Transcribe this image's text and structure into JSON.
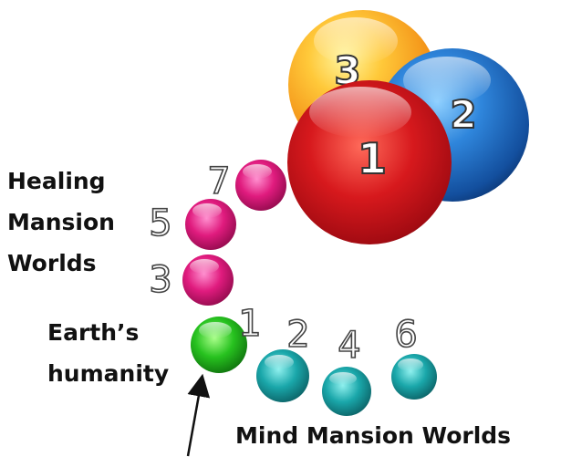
{
  "labels": {
    "healing": [
      "Healing",
      "Mansion",
      "Worlds"
    ],
    "earth": [
      "Earth’s",
      "humanity"
    ],
    "mind": "Mind Mansion Worlds"
  },
  "big_spheres": [
    {
      "number": "3",
      "color": "#f7a21b"
    },
    {
      "number": "2",
      "color": "#1f5fb0"
    },
    {
      "number": "1",
      "color": "#c4111d"
    }
  ],
  "healing_spheres": [
    {
      "number": "7",
      "color": "#d8166e"
    },
    {
      "number": "5",
      "color": "#d8166e"
    },
    {
      "number": "3",
      "color": "#d8166e"
    }
  ],
  "earth_sphere": {
    "number": "1",
    "color": "#22b51f"
  },
  "mind_spheres": [
    {
      "number": "2",
      "color": "#1aa3a6"
    },
    {
      "number": "4",
      "color": "#1aa3a6"
    },
    {
      "number": "6",
      "color": "#1aa3a6"
    }
  ]
}
